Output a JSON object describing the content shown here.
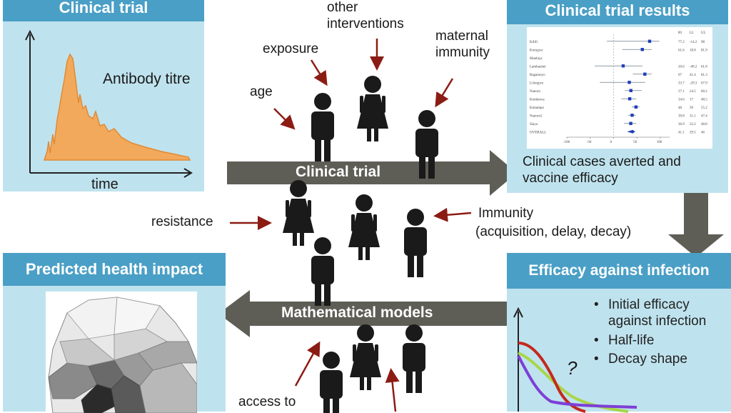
{
  "panels": {
    "clinical_trial": {
      "title": "Clinical trial",
      "curve_label": "Antibody titre",
      "x_label": "time"
    },
    "trial_results": {
      "title": "Clinical trial results",
      "caption": "Clinical cases averted and vaccine efficacy"
    },
    "efficacy": {
      "title": "Efficacy against infection",
      "bullets": [
        "Initial efficacy against infection",
        "Half-life",
        "Decay shape"
      ],
      "question_mark": "?"
    },
    "health_impact": {
      "title": "Predicted health impact"
    }
  },
  "arrows": {
    "clinical_trial_label": "Clinical trial",
    "models_label": "Mathematical models"
  },
  "factors": {
    "age": "age",
    "exposure": "exposure",
    "other_interventions": "other interventions",
    "maternal_immunity": "maternal immunity",
    "resistance": "resistance",
    "immunity": "Immunity",
    "immunity_detail": "(acquisition, delay, decay)",
    "access_to": "access to"
  },
  "forest_plot": {
    "header": [
      "RI",
      "LL",
      "UL"
    ],
    "rows": [
      {
        "site": "Kilifi",
        "est": 77.2,
        "ll": -14.2,
        "ul": 98.0
      },
      {
        "site": "Korogwe",
        "est": 61.6,
        "ll": 18.8,
        "ul": 81.9
      },
      {
        "site": "Manhiça",
        "est": null,
        "ll": null,
        "ul": null
      },
      {
        "site": "Lambaréné",
        "est": 20.6,
        "ll": -40.2,
        "ul": 61.8
      },
      {
        "site": "Bagamoyo",
        "est": 67.0,
        "ll": 41.4,
        "ul": 81.3
      },
      {
        "site": "Lilongwe",
        "est": 33.7,
        "ll": -29.3,
        "ul": 67.9
      },
      {
        "site": "Nanoro",
        "est": 37.1,
        "ll": 24.5,
        "ul": 60.2
      },
      {
        "site": "Kombewa",
        "est": 34.6,
        "ll": 17.0,
        "ul": 48.5
      },
      {
        "site": "Kintampo",
        "est": 48.0,
        "ll": 39.0,
        "ul": 55.2
      },
      {
        "site": "Nanoro2",
        "est": 39.8,
        "ll": 31.1,
        "ul": 47.4
      },
      {
        "site": "Siaya",
        "est": 36.9,
        "ll": 22.2,
        "ul": 48.8
      },
      {
        "site": "OVERALL",
        "est": 41.1,
        "ll": 29.5,
        "ul": 46.0
      }
    ],
    "ticks": [
      "-100",
      "-50",
      "0",
      "50",
      "100"
    ],
    "xlim": [
      -100,
      120
    ]
  },
  "colors": {
    "panel_bg": "#bfe3ee",
    "panel_header": "#4a9fc6",
    "big_arrow": "#5e5e57",
    "factor_arrow": "#8b1c14",
    "titre_fill": "#f3a95b",
    "decay_red": "#c4291d",
    "decay_green": "#a8d64a",
    "decay_purple": "#7d3fd6"
  }
}
